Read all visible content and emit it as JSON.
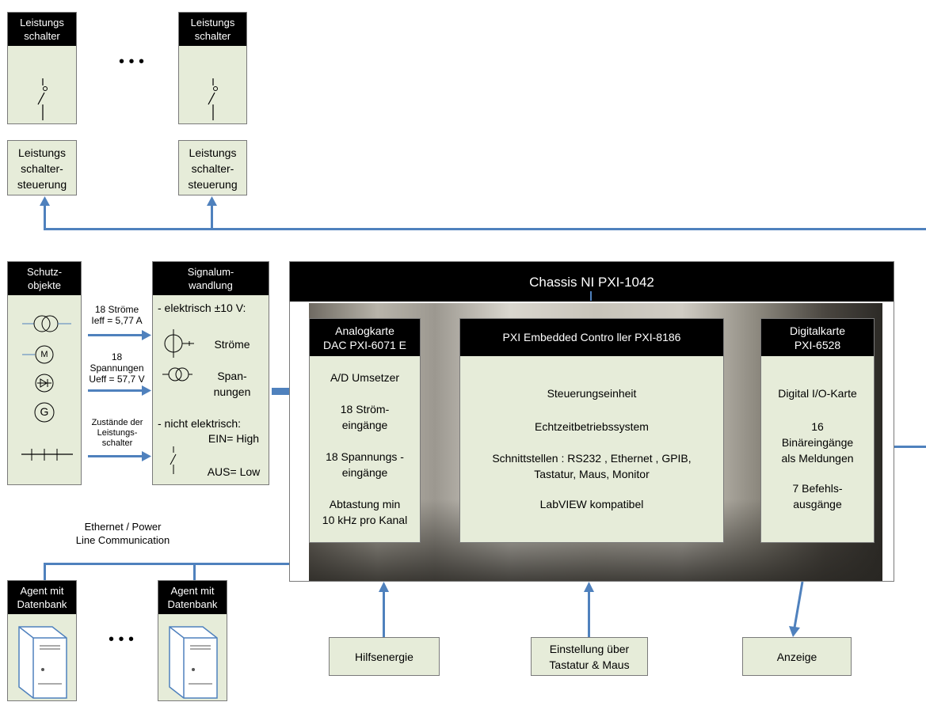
{
  "breaker": {
    "title_line1": "Leistungs",
    "title_line2": "schalter",
    "ellipsis": "• • •"
  },
  "breaker_control": {
    "line1": "Leistungs",
    "line2": "schalter-",
    "line3": "steuerung"
  },
  "protection": {
    "title_line1": "Schutz-",
    "title_line2": "objekte",
    "motor_symbol": "M",
    "generator_symbol": "G"
  },
  "signals": {
    "currents_line1": "18 Ströme",
    "currents_line2": "Ieff = 5,77 A",
    "voltages_line1": "18",
    "voltages_line2": "Spannungen",
    "voltages_line3": "Ueff = 57,7 V",
    "states_line1": "Zustände der",
    "states_line2": "Leistungs-",
    "states_line3": "schalter"
  },
  "conversion": {
    "title_line1": "Signalum-",
    "title_line2": "wandlung",
    "electric": "- elektrisch ±10 V:",
    "currents": "Ströme",
    "voltages_line1": "Span-",
    "voltages_line2": "nungen",
    "nonelectric": "- nicht elektrisch:",
    "on": "EIN= High",
    "off": "AUS= Low"
  },
  "chassis": {
    "title": "Chassis NI PXI-1042"
  },
  "analog": {
    "title_line1": "Analogkarte",
    "title_line2": "DAC PXI-6071 E",
    "ad": "A/D Umsetzer",
    "inputs1_line1": "18 Ström-",
    "inputs1_line2": "eingänge",
    "inputs2_line1": "18 Spannungs -",
    "inputs2_line2": "eingänge",
    "sampling_line1": "Abtastung min",
    "sampling_line2": "10 kHz pro Kanal"
  },
  "controller": {
    "title": "PXI Embedded Contro ller PXI-8186",
    "line1": "Steuerungseinheit",
    "line2": "Echtzeitbetriebssystem",
    "line3": "Schnittstellen : RS232 , Ethernet , GPIB,",
    "line4": "Tastatur, Maus, Monitor",
    "line5": "LabVIEW kompatibel"
  },
  "digital": {
    "title_line1": "Digitalkarte",
    "title_line2": "PXI-6528",
    "line1": "Digital I/O-Karte",
    "line2": "16",
    "line3": "Binäreingänge",
    "line4": "als Meldungen",
    "line5": "7 Befehls-",
    "line6": "ausgänge"
  },
  "network": {
    "line1": "Ethernet / Power",
    "line2": "Line Communication"
  },
  "agent": {
    "title_line1": "Agent mit",
    "title_line2": "Datenbank"
  },
  "bottom": {
    "aux": "Hilfsenergie",
    "input_line1": "Einstellung über",
    "input_line2": "Tastatur & Maus",
    "display": "Anzeige"
  },
  "colors": {
    "box_fill": "#e6ecd9",
    "wire": "#4f81bd",
    "header": "#000000"
  }
}
